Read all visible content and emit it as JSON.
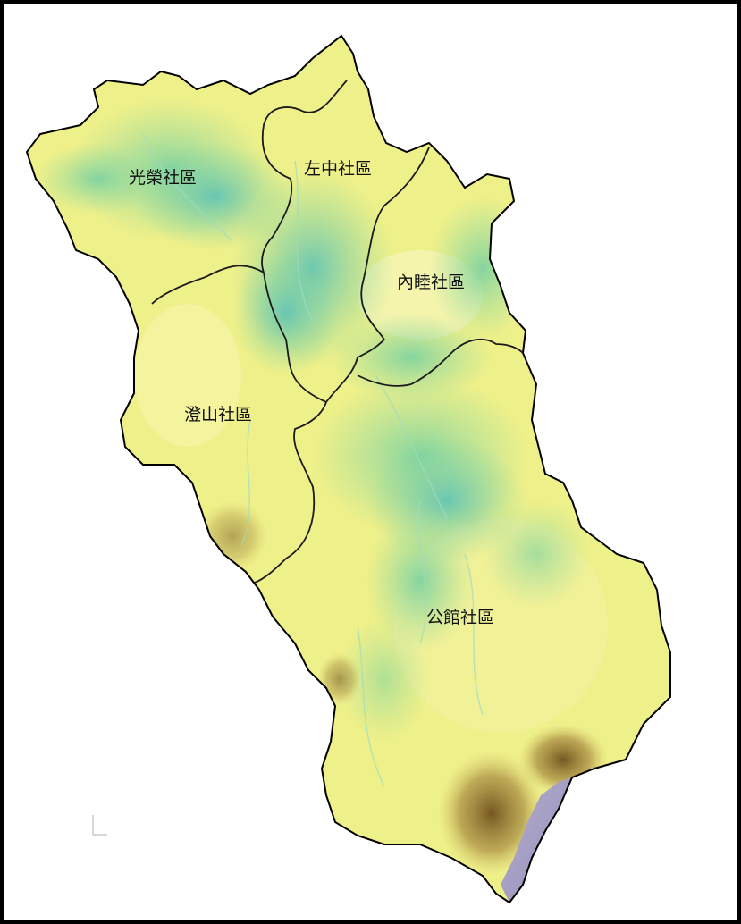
{
  "map": {
    "labels": {
      "guangrong": "光榮社區",
      "zuozhong": "左中社區",
      "neilu": "內睦社區",
      "chengshan": "澄山社區",
      "gongguan": "公館社區"
    },
    "colors": {
      "border": "#000000",
      "lowland_yellow": "#eef08a",
      "pale_yellow": "#f5f5b4",
      "valley_green": "#7fd3a0",
      "deep_teal": "#5fc3b5",
      "highland_brown": "#8a6a2a",
      "peak_lavender": "#a49ec2"
    }
  }
}
